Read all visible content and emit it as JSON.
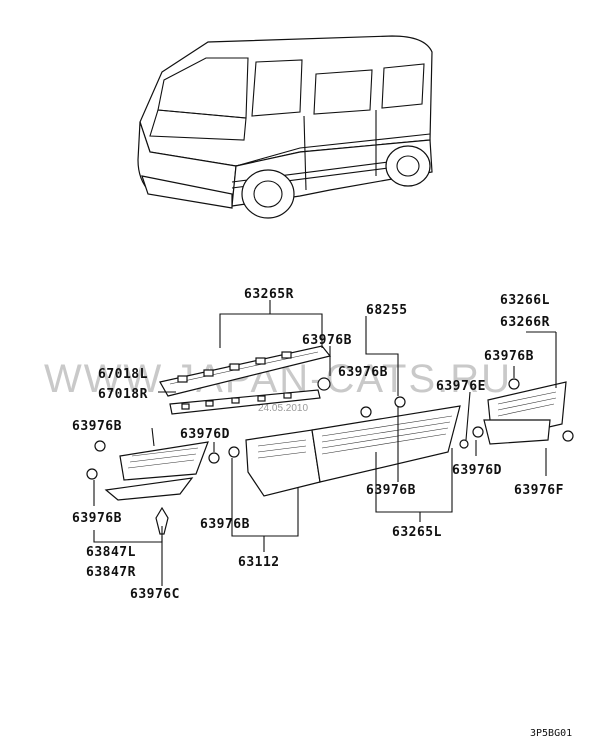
{
  "watermark": "WWW.JAPAN-CATS.RU",
  "watermark_date": "24.05.2010",
  "diagram_code": "3P5BG01",
  "labels": {
    "p63265R": "63265R",
    "p63976B_top": "63976B",
    "p68255": "68255",
    "p63266L": "63266L",
    "p63266R": "63266R",
    "p63976B_right": "63976B",
    "p67018L": "67018L",
    "p67018R": "67018R",
    "p63976B_mid": "63976B",
    "p63976E": "63976E",
    "p63976B_left": "63976B",
    "p63976D_left": "63976D",
    "p63976D_right": "63976D",
    "p63976B_lower": "63976B",
    "p63976F": "63976F",
    "p63976B_left2": "63976B",
    "p63976B_front": "63976B",
    "p63265L": "63265L",
    "p63847L": "63847L",
    "p63847R": "63847R",
    "p63112": "63112",
    "p63976C": "63976C"
  }
}
